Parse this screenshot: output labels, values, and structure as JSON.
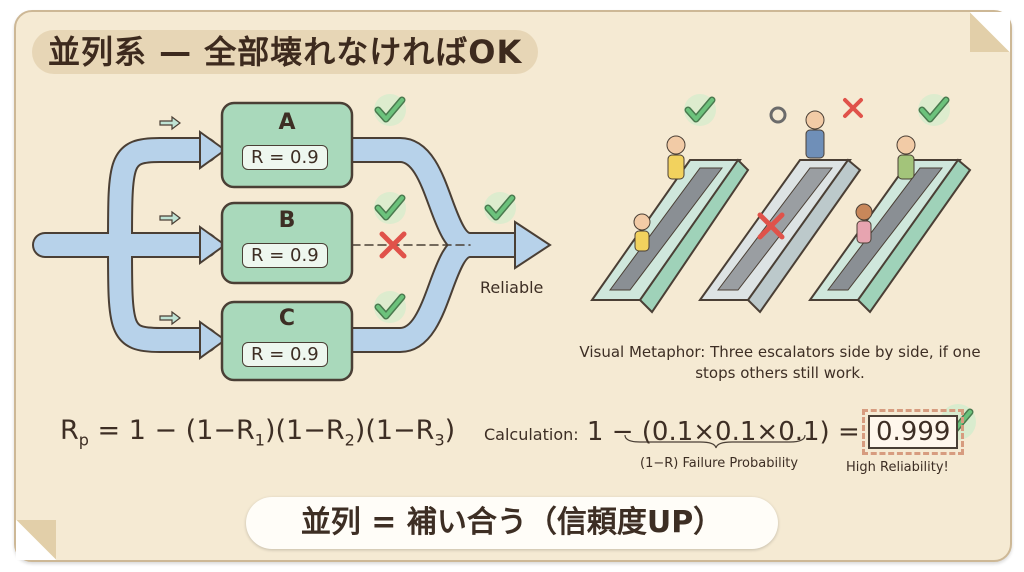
{
  "title": "並列系 — 全部壊れなければOK",
  "blocks": [
    {
      "name": "A",
      "reliability": "R = 0.9"
    },
    {
      "name": "B",
      "reliability": "R = 0.9"
    },
    {
      "name": "C",
      "reliability": "R = 0.9"
    }
  ],
  "output_label": "Reliable",
  "metaphor": "Visual Metaphor: Three escalators side by side, if one stops others still work.",
  "formula": {
    "lhs": "R",
    "lhs_sub": "p",
    "eq": " = 1 − (1−R",
    "s1": "1",
    "m1": ")(1−R",
    "s2": "2",
    "m2": ")(1−R",
    "s3": "3",
    "end": ")"
  },
  "calculation": {
    "label": "Calculation:",
    "expression": "1 − (0.1×0.1×0.1) =",
    "result": "0.999",
    "brace_note": "(1−R) Failure Probability",
    "result_note": "High Reliability!"
  },
  "banner": "並列 = 補い合う（信頼度UP）",
  "colors": {
    "block": "#a9d9bb",
    "flow": "#b7d2ea",
    "check": "#5fb872",
    "cross": "#e0524a"
  }
}
